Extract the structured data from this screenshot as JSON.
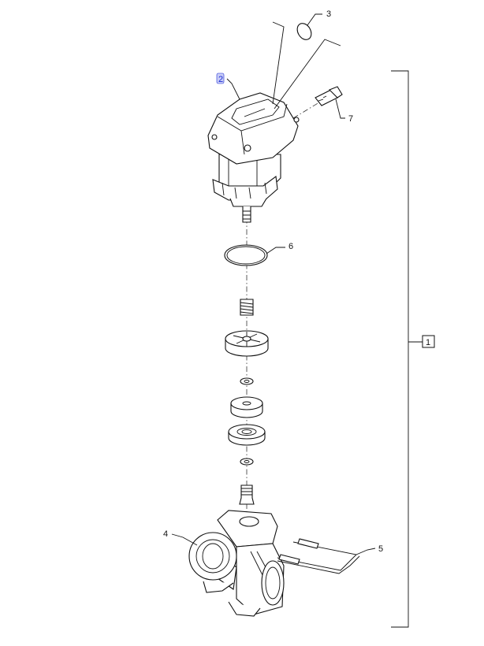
{
  "callouts": {
    "c1": "1",
    "c2": "2",
    "c3": "3",
    "c4": "4",
    "c5": "5",
    "c6": "6",
    "c7": "7"
  },
  "colors": {
    "line": "#111111",
    "highlight_text": "#1a2bd6",
    "highlight_box": "#c9cdf6",
    "background": "#ffffff"
  }
}
